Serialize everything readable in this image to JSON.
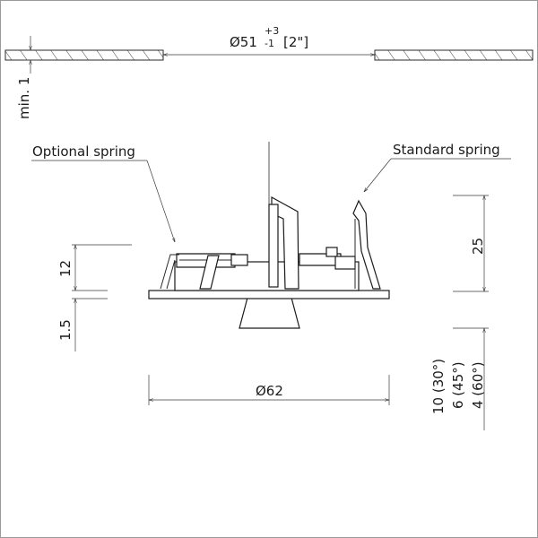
{
  "labels": {
    "ceiling_diameter": "Ø51",
    "tol_plus": "+3",
    "tol_minus": "-1",
    "ceiling_inch": "[2\"]",
    "min_thickness": "min. 1",
    "optional_spring": "Optional spring",
    "standard_spring": "Standard spring",
    "dim_12": "12",
    "dim_1_5": "1.5",
    "dim_25": "25",
    "flange_diameter": "Ø62",
    "tilt_30": "10 (30°)",
    "tilt_45": "6 (45°)",
    "tilt_60": "4 (60°)"
  }
}
